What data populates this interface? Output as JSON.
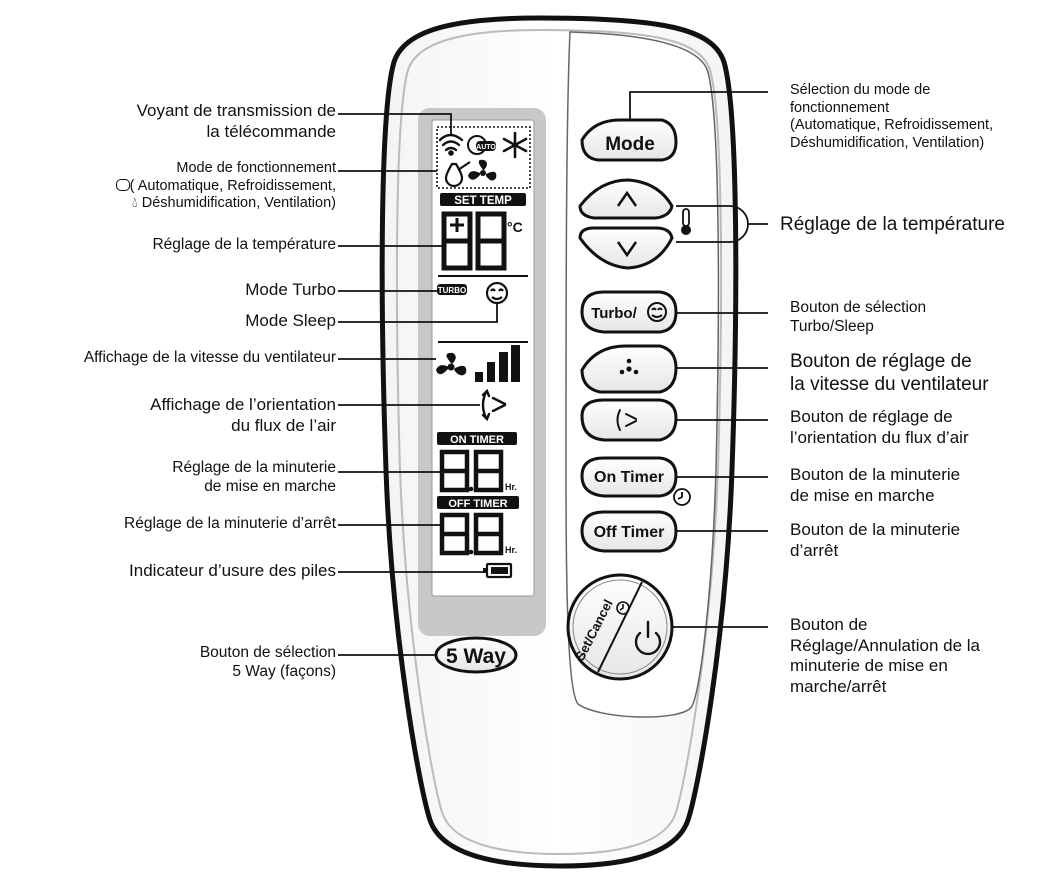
{
  "remote": {
    "lcd": {
      "set_temp": "SET TEMP",
      "temp_digits": "88",
      "celsius": "°C",
      "auto_badge": "AUTO",
      "turbo_badge": "TURBO",
      "on_timer": "ON TIMER",
      "off_timer": "OFF TIMER",
      "timer_digits": "8.8",
      "hours": "Hr."
    },
    "buttons": {
      "mode": "Mode",
      "turbo": "Turbo/",
      "on_timer": "On Timer",
      "off_timer": "Off Timer",
      "five_way": "5 Way",
      "set_cancel": "Set/Cancel"
    }
  },
  "labels_left": {
    "transmission": [
      "Voyant de transmission de",
      "la télécommande"
    ],
    "operating_mode": [
      "Mode de fonctionnement",
      "( Automatique,  Refroidissement,",
      " Déshumidification,  Ventilation)"
    ],
    "temp_setting": "Réglage de la température",
    "turbo_mode": "Mode Turbo",
    "sleep_mode": "Mode Sleep",
    "fan_speed_display": "Affichage de la vitesse du ventilateur",
    "airflow_display": [
      "Affichage de l’orientation",
      "du flux de l’air"
    ],
    "on_timer_setting": [
      "Réglage de la minuterie",
      "de mise en marche"
    ],
    "off_timer_setting": "Réglage de la minuterie d’arrêt",
    "battery_indicator": "Indicateur d’usure des piles",
    "five_way_button": [
      "Bouton de sélection",
      "5 Way (façons)"
    ]
  },
  "labels_right": {
    "mode_select": [
      "Sélection du mode de",
      "fonctionnement",
      "(Automatique, Refroidissement,",
      "Déshumidification, Ventilation)"
    ],
    "temp_setting": "Réglage de la température",
    "turbo_sleep": [
      "Bouton de sélection",
      "Turbo/Sleep"
    ],
    "fan_speed": [
      "Bouton de réglage de",
      "la vitesse du ventilateur"
    ],
    "airflow": [
      "Bouton de réglage de",
      "l’orientation du flux d’air"
    ],
    "on_timer": [
      "Bouton de la minuterie",
      "de mise en marche"
    ],
    "off_timer": [
      "Bouton de la minuterie",
      "d’arrêt"
    ],
    "set_cancel": [
      "Bouton de",
      "Réglage/Annulation de la",
      "minuterie de mise en",
      "marche/arrêt"
    ]
  }
}
